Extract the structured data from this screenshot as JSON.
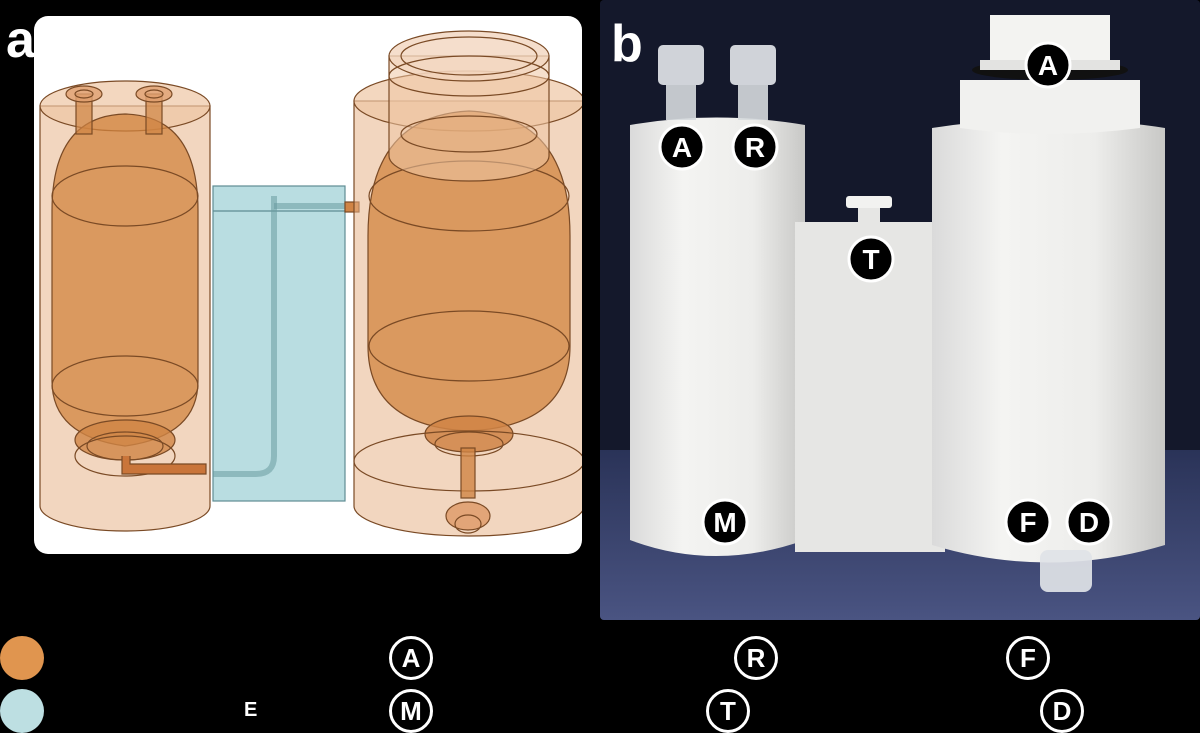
{
  "panel_a": {
    "letter": "a",
    "colors": {
      "orange": "#d98a45",
      "blue": "#b9dde1"
    }
  },
  "panel_b": {
    "letter": "b",
    "labels": [
      "A",
      "R",
      "T",
      "A",
      "M",
      "F",
      "D"
    ]
  },
  "legend": {
    "swatches": [
      {
        "color": "#e0954f"
      },
      {
        "color": "#bddfe2"
      }
    ],
    "stray_glyph": "E",
    "badges": [
      "A",
      "M",
      "R",
      "T",
      "F",
      "D"
    ]
  }
}
